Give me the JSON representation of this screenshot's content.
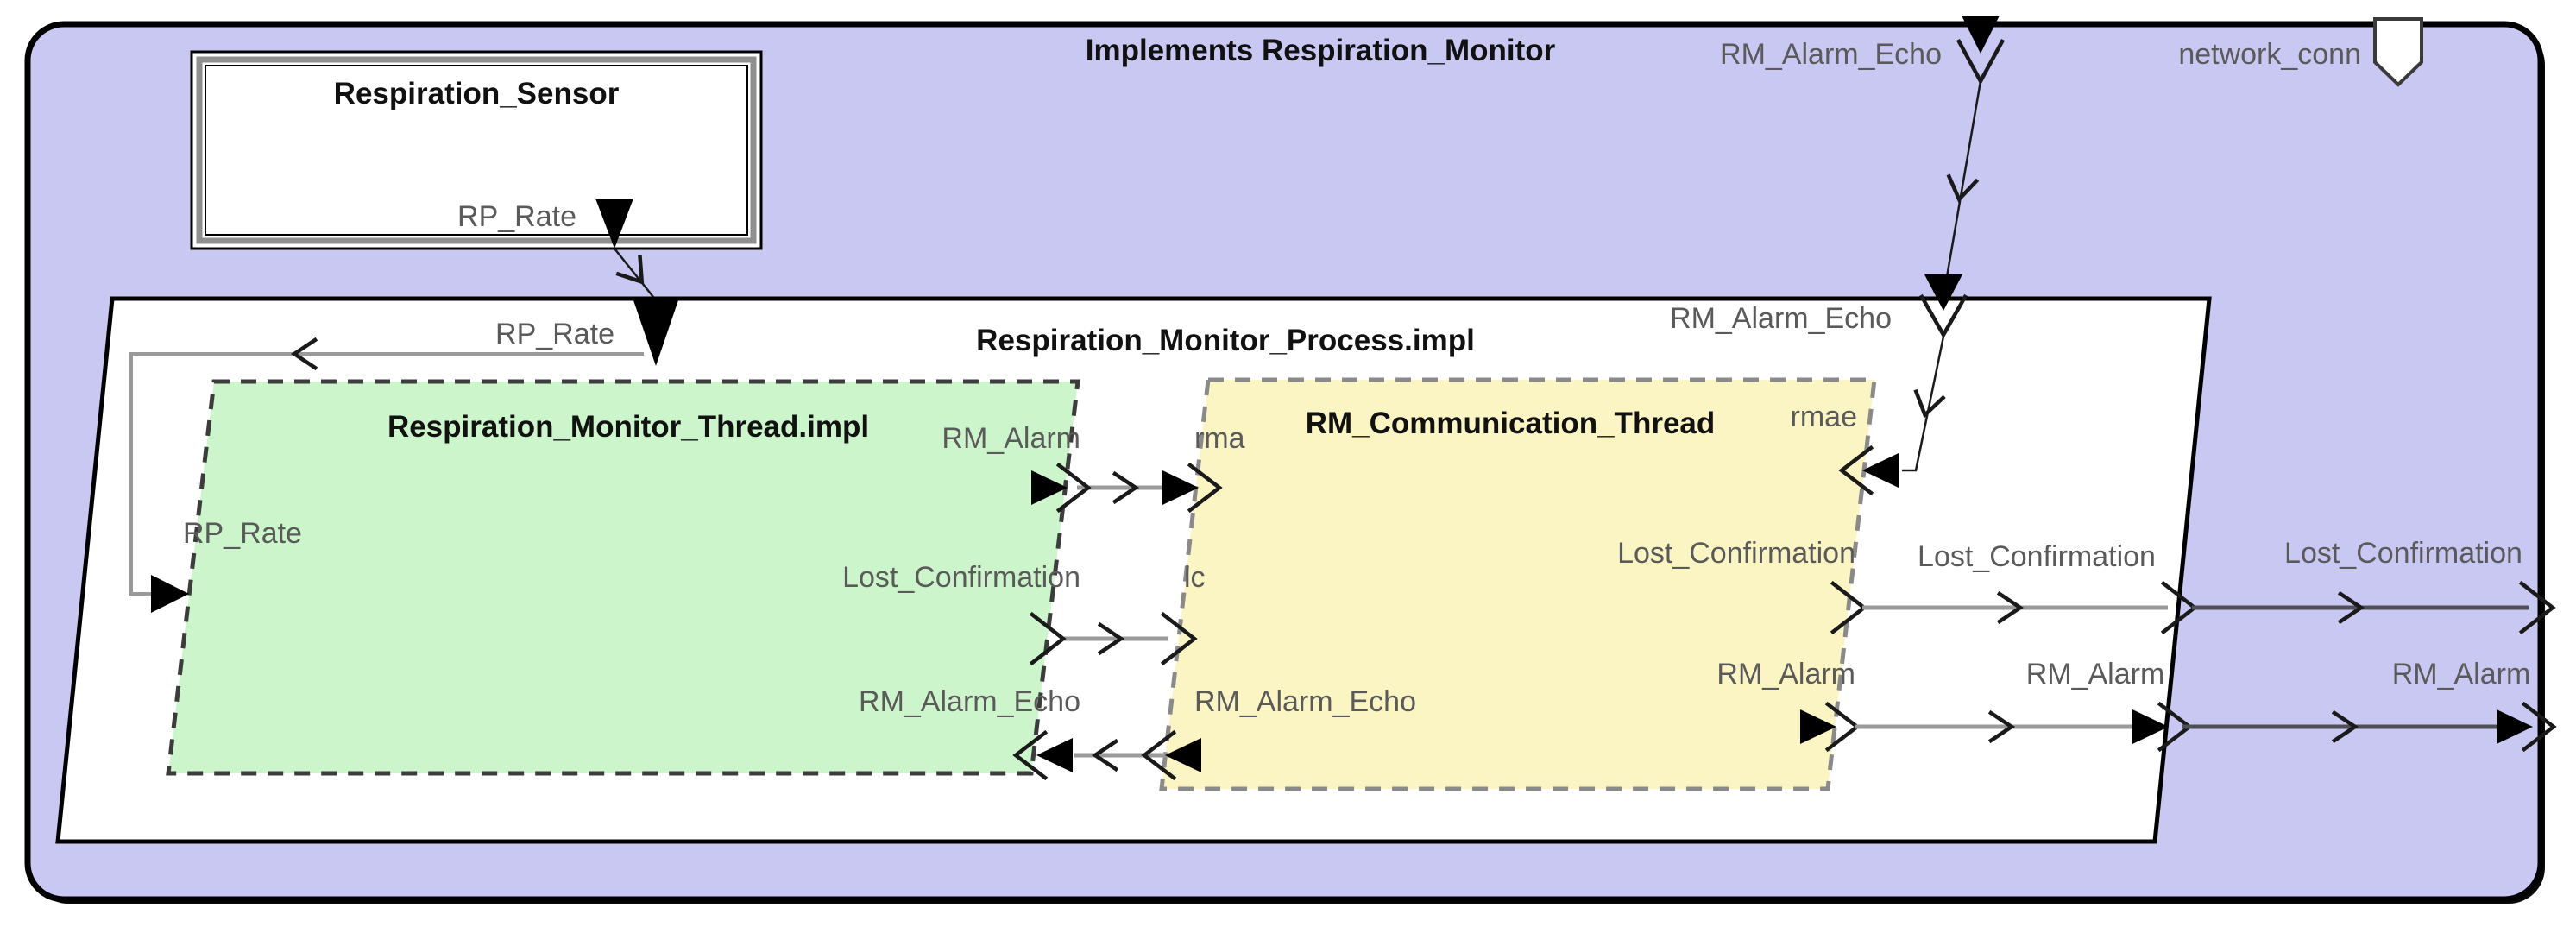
{
  "diagram": {
    "implements_label": "Implements Respiration_Monitor"
  },
  "colors": {
    "system_fill": "#c8c8f3",
    "process_fill": "#ffffff",
    "monitor_thread_fill": "#cdf5cb",
    "comm_thread_fill": "#fbf5c4",
    "device_fill": "#ffffff",
    "label_gray": "#5a5a5a",
    "title_black": "#111111"
  },
  "sensor": {
    "title": "Respiration_Sensor",
    "rp_rate": "RP_Rate"
  },
  "system_ports": {
    "rm_alarm_echo": "RM_Alarm_Echo",
    "network_conn": "network_conn",
    "lost_confirmation": "Lost_Confirmation",
    "rm_alarm": "RM_Alarm"
  },
  "process": {
    "title": "Respiration_Monitor_Process.impl",
    "rp_rate": "RP_Rate",
    "rm_alarm_echo": "RM_Alarm_Echo",
    "lost_confirmation": "Lost_Confirmation",
    "rm_alarm": "RM_Alarm"
  },
  "monitor_thread": {
    "title": "Respiration_Monitor_Thread.impl",
    "rp_rate": "RP_Rate",
    "rm_alarm": "RM_Alarm",
    "lost_confirmation": "Lost_Confirmation",
    "rm_alarm_echo": "RM_Alarm_Echo"
  },
  "comm_thread": {
    "title": "RM_Communication_Thread",
    "rma": "rma",
    "lc": "lc",
    "rmae": "rmae",
    "rm_alarm_echo": "RM_Alarm_Echo",
    "lost_confirmation": "Lost_Confirmation",
    "rm_alarm": "RM_Alarm"
  }
}
